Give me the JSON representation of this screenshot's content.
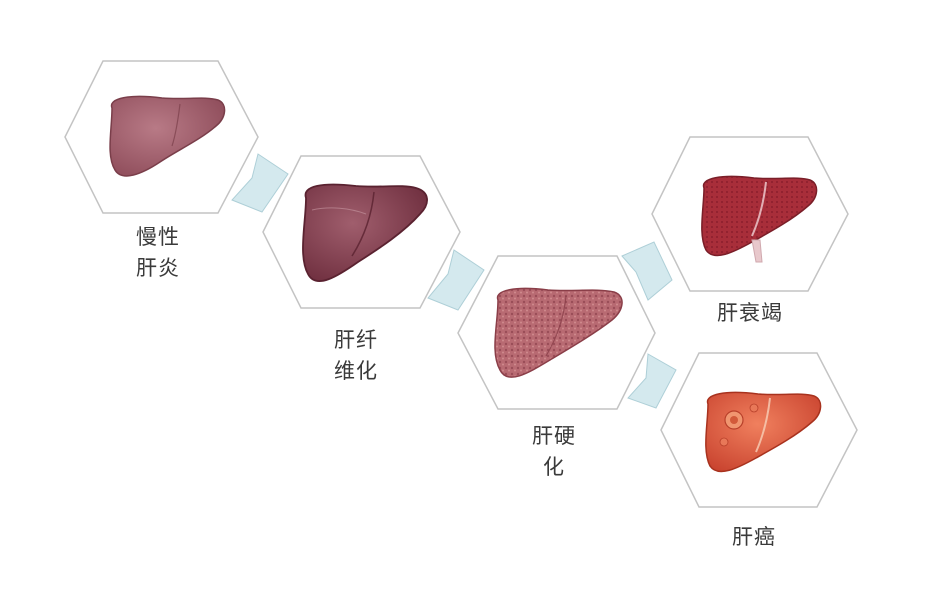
{
  "colors": {
    "hex_stroke": "#c4c4c4",
    "arrow_fill": "#d4e9ee",
    "arrow_stroke": "#aecfd7",
    "text": "#3a3a3a"
  },
  "stages": [
    {
      "lines": [
        "慢性",
        "肝炎"
      ],
      "liver_color": "#a25e6b"
    },
    {
      "lines": [
        "肝纤",
        "维化"
      ],
      "liver_color": "#8a4655"
    },
    {
      "lines": [
        "肝硬",
        "化"
      ],
      "liver_color": "#b86a72"
    },
    {
      "lines": [
        "肝衰竭"
      ],
      "liver_color": "#a82e3a"
    },
    {
      "lines": [
        "肝癌"
      ],
      "liver_color": "#d8553a"
    }
  ]
}
